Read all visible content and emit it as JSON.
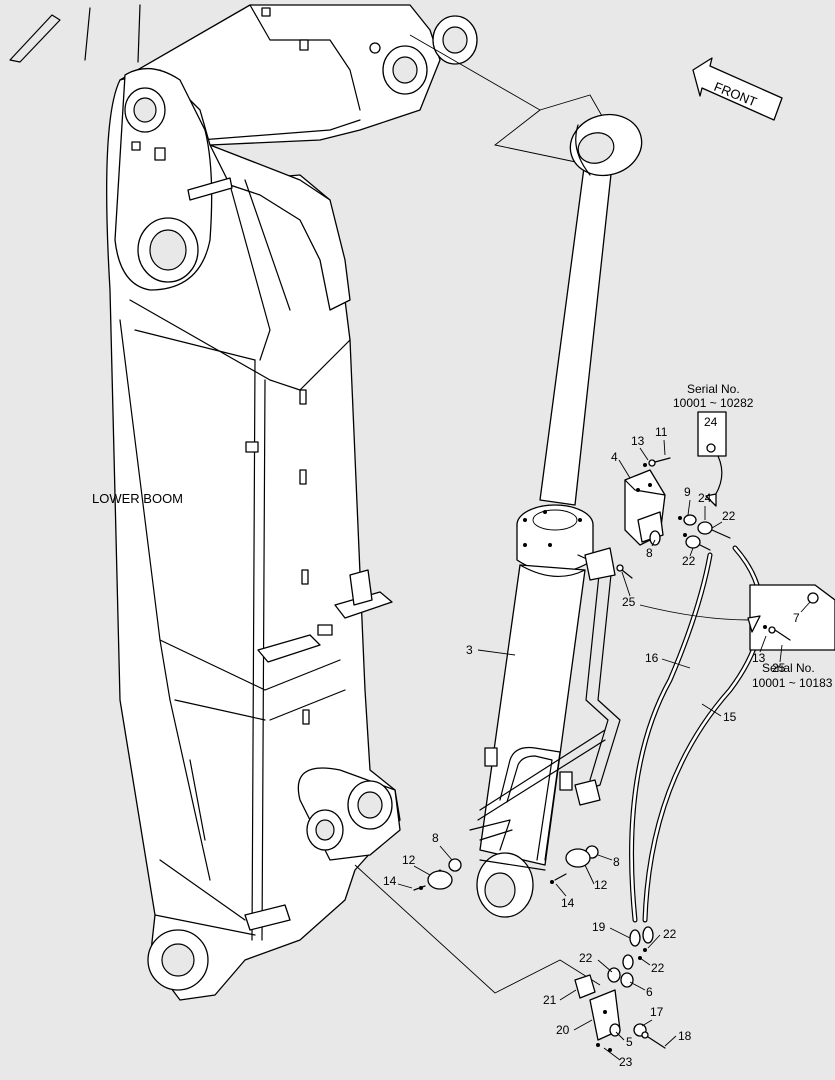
{
  "labels": {
    "lower_boom": "LOWER BOOM",
    "front": "FRONT",
    "serial_label": "Serial No.",
    "serial_range_top": "10001 ~ 10282",
    "serial_range_bottom": "10001 ~ 10183"
  },
  "callouts": [
    {
      "id": "c1",
      "text": "3"
    },
    {
      "id": "c2",
      "text": "4"
    },
    {
      "id": "c3",
      "text": "13"
    },
    {
      "id": "c4",
      "text": "11"
    },
    {
      "id": "c5",
      "text": "24"
    },
    {
      "id": "c6",
      "text": "9"
    },
    {
      "id": "c7",
      "text": "24"
    },
    {
      "id": "c8",
      "text": "22"
    },
    {
      "id": "c9",
      "text": "22"
    },
    {
      "id": "c10",
      "text": "8"
    },
    {
      "id": "c11",
      "text": "25"
    },
    {
      "id": "c12",
      "text": "7"
    },
    {
      "id": "c13",
      "text": "13"
    },
    {
      "id": "c14",
      "text": "25"
    },
    {
      "id": "c15",
      "text": "16"
    },
    {
      "id": "c16",
      "text": "15"
    },
    {
      "id": "c17",
      "text": "8"
    },
    {
      "id": "c18",
      "text": "12"
    },
    {
      "id": "c19",
      "text": "14"
    },
    {
      "id": "c20",
      "text": "8"
    },
    {
      "id": "c21",
      "text": "12"
    },
    {
      "id": "c22",
      "text": "14"
    },
    {
      "id": "c23",
      "text": "19"
    },
    {
      "id": "c24",
      "text": "22"
    },
    {
      "id": "c25",
      "text": "22"
    },
    {
      "id": "c26",
      "text": "22"
    },
    {
      "id": "c27",
      "text": "6"
    },
    {
      "id": "c28",
      "text": "21"
    },
    {
      "id": "c29",
      "text": "5"
    },
    {
      "id": "c30",
      "text": "17"
    },
    {
      "id": "c31",
      "text": "20"
    },
    {
      "id": "c32",
      "text": "18"
    },
    {
      "id": "c33",
      "text": "23"
    }
  ]
}
